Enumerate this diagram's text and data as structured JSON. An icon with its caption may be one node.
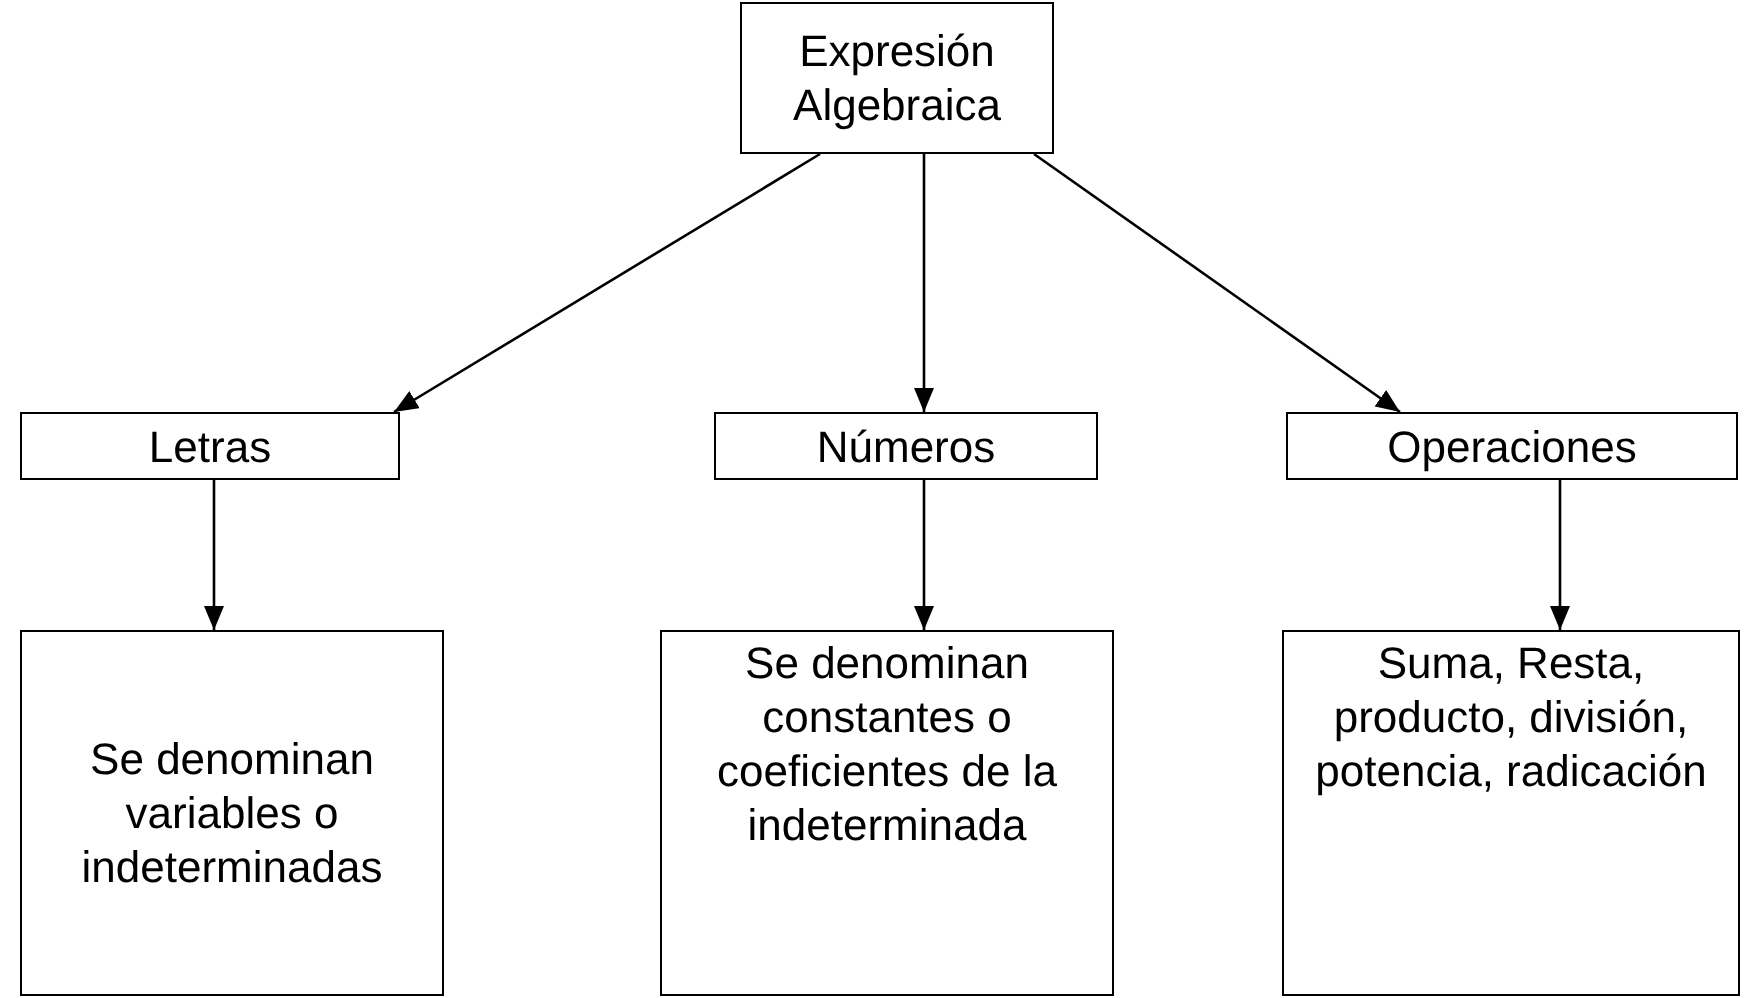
{
  "diagram": {
    "nodes": [
      {
        "text": [
          "Expresión Algebraica"
        ]
      },
      {
        "text": [
          "Letras"
        ]
      },
      {
        "text": [
          "Números"
        ]
      },
      {
        "text": [
          "Operaciones"
        ]
      },
      {
        "text": [
          "Se denominan variables o indeterminadas"
        ]
      },
      {
        "text": [
          "Se denominan constantes o coeficientes de la indeterminada"
        ]
      },
      {
        "text": [
          "Suma, Resta, producto, división, potencia, radicación"
        ]
      }
    ],
    "edges": [
      {
        "from": 0,
        "to": 1,
        "arrow": "to"
      },
      {
        "from": 0,
        "to": 2,
        "arrow": "to"
      },
      {
        "from": 0,
        "to": 3,
        "arrow": "to"
      },
      {
        "from": 1,
        "to": 4,
        "arrow": "to"
      },
      {
        "from": 2,
        "to": 5,
        "arrow": "to"
      },
      {
        "from": 3,
        "to": 6,
        "arrow": "to"
      }
    ]
  }
}
